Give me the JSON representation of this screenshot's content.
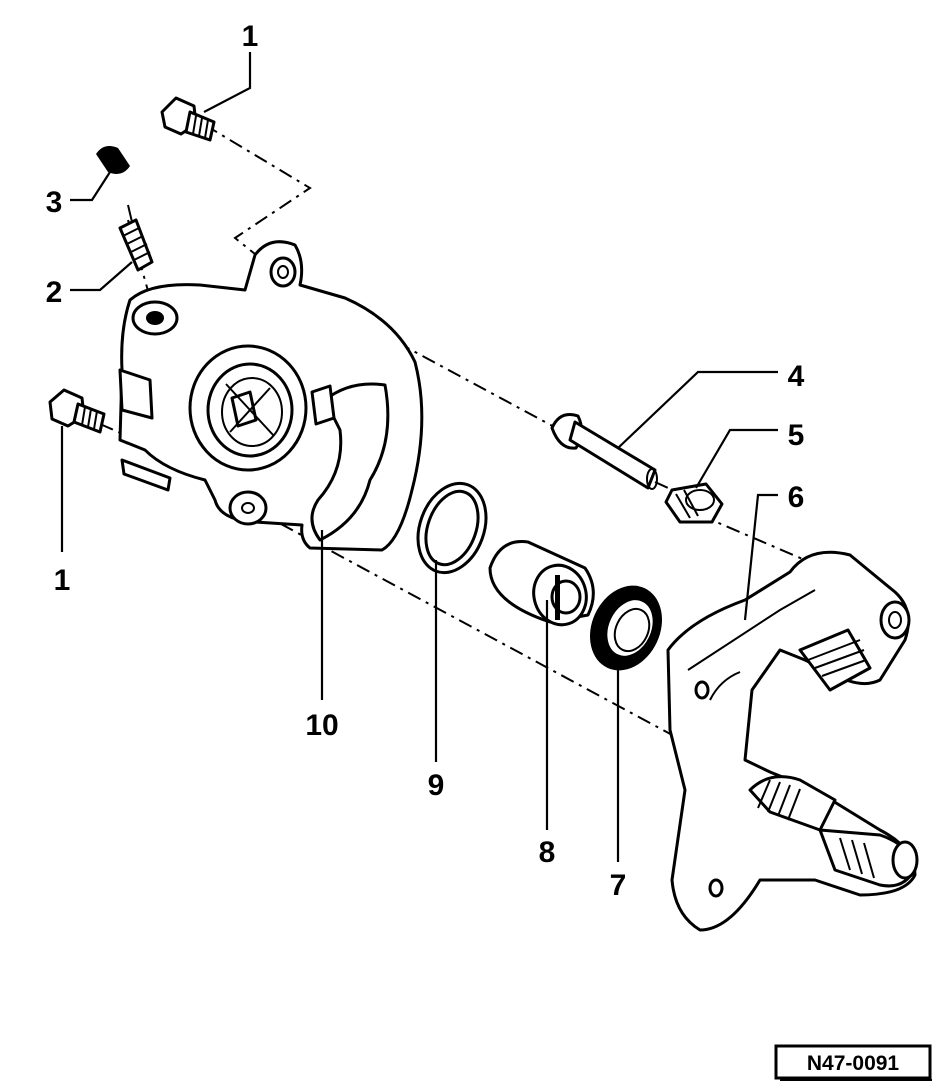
{
  "callouts": {
    "p1_top": "1",
    "p1_bottom": "1",
    "p2": "2",
    "p3": "3",
    "p4": "4",
    "p5": "5",
    "p6": "6",
    "p7": "7",
    "p8": "8",
    "p9": "9",
    "p10": "10"
  },
  "figure_code": "N47-0091"
}
